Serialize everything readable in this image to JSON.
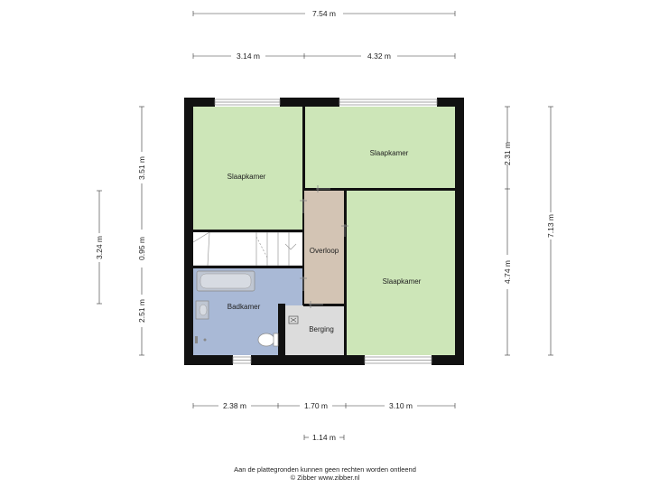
{
  "rooms": {
    "bedroom_1": "Slaapkamer",
    "bedroom_2": "Slaapkamer",
    "bedroom_3": "Slaapkamer",
    "landing": "Overloop",
    "bathroom": "Badkamer",
    "storage": "Berging"
  },
  "dimensions": {
    "top_total": "7.54 m",
    "top_left": "3.14 m",
    "top_right": "4.32 m",
    "left_outer": "3.24 m",
    "left_upper": "3.51 m",
    "left_mid": "0.95 m",
    "left_lower": "2.51 m",
    "right_inner": "2.31 m",
    "right_lower": "4.74 m",
    "right_outer": "7.13 m",
    "bottom_left": "2.38 m",
    "bottom_mid": "1.70 m",
    "bottom_right": "3.10 m",
    "bottom_small": "1.14 m"
  },
  "footer": {
    "disclaimer": "Aan de plattegronden kunnen geen rechten worden ontleend",
    "copyright": "© Zibber www.zibber.nl"
  },
  "colors": {
    "bedroom": "#cde6b8",
    "landing": "#d3c4b4",
    "bathroom": "#a9b9d6",
    "storage": "#dcdcdc",
    "wall": "#111111"
  }
}
